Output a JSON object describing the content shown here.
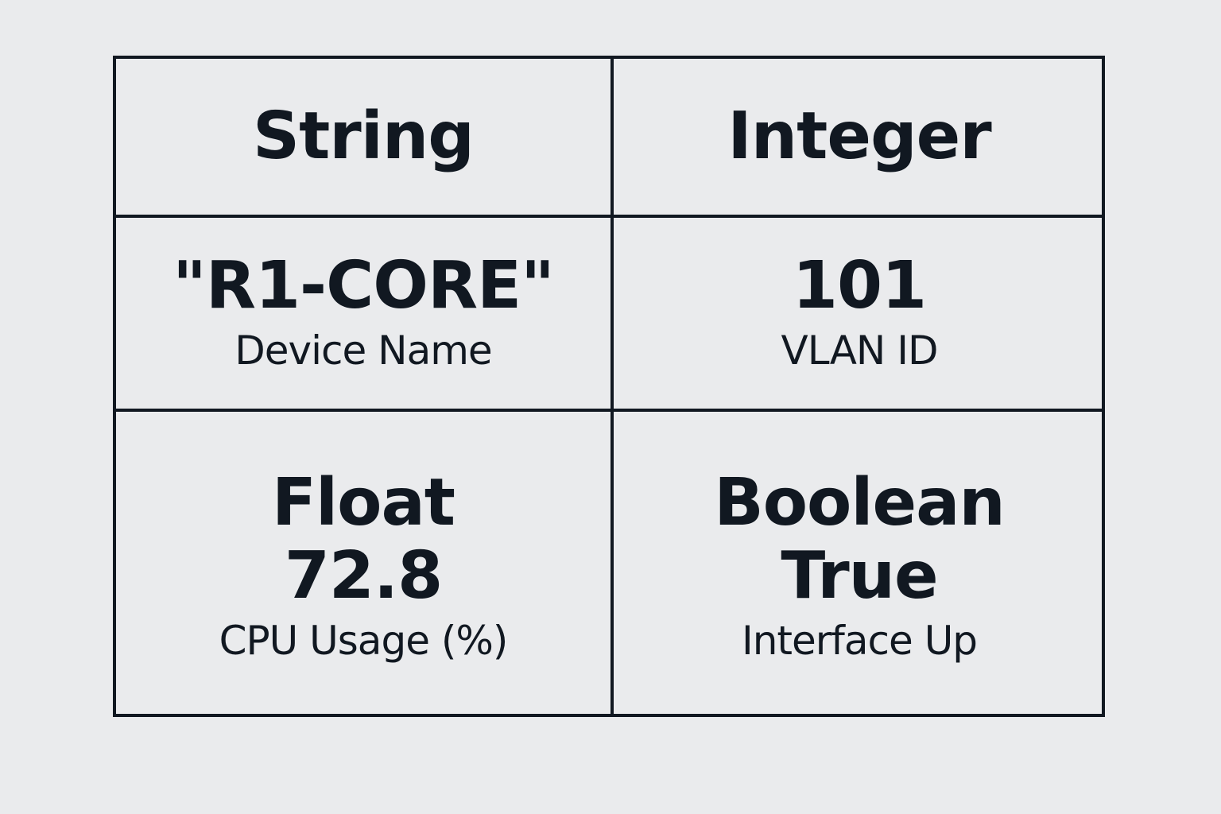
{
  "table": {
    "header": {
      "left": "String",
      "right": "Integer"
    },
    "row1": {
      "left": {
        "value": "\"R1-CORE\"",
        "label": "Device Name"
      },
      "right": {
        "value": "101",
        "label": "VLAN ID"
      }
    },
    "row2": {
      "left": {
        "type": "Float",
        "value": "72.8",
        "label": "CPU Usage (%)"
      },
      "right": {
        "type": "Boolean",
        "value": "True",
        "label": "Interface Up"
      }
    }
  },
  "colors": {
    "background": "#eaebed",
    "border": "#111821",
    "text": "#111821"
  }
}
